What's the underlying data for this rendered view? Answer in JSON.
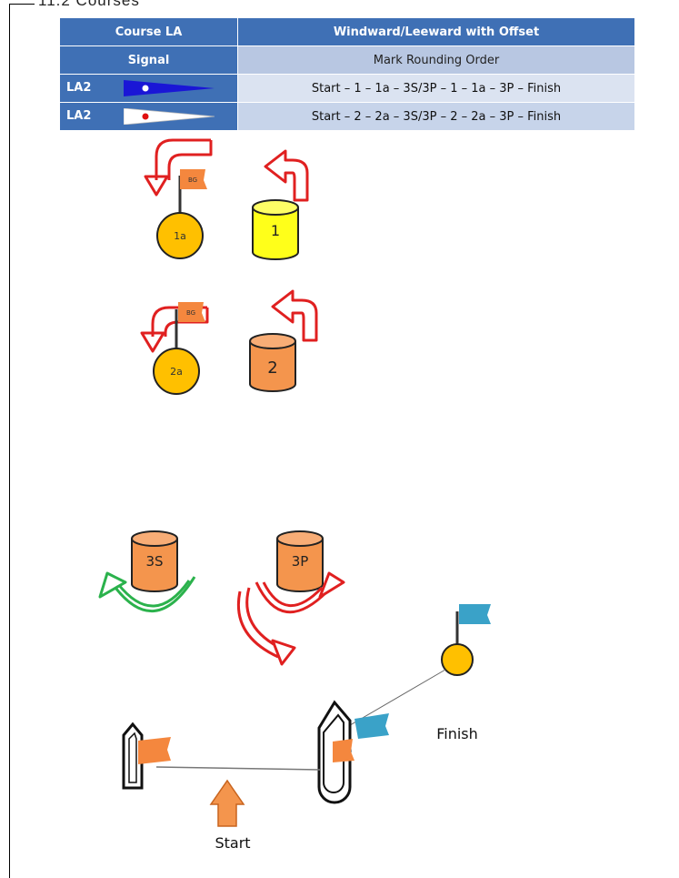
{
  "page": {
    "heading_clipped": "11.2 Courses"
  },
  "table": {
    "header": {
      "left": "Course LA",
      "right": "Windward/Leeward with Offset"
    },
    "subheader": {
      "left": "Signal",
      "right": "Mark Rounding Order"
    },
    "rows": [
      {
        "label": "LA2",
        "flag": "blue-pennant-white-dot",
        "order": "Start – 1 – 1a – 3S/3P – 1 – 1a – 3P – Finish"
      },
      {
        "label": "LA2",
        "flag": "white-pennant-red-dot",
        "order": "Start – 2 – 2a – 3S/3P – 2 – 2a – 3P – Finish"
      }
    ]
  },
  "marks": {
    "m1a": "1a",
    "m1": "1",
    "m2a": "2a",
    "m2": "2",
    "m3s": "3S",
    "m3p": "3P",
    "flag_1a": "BG",
    "flag_2a": "BG"
  },
  "labels": {
    "finish": "Finish",
    "start": "Start"
  },
  "colors": {
    "table_blue": "#3f70b5",
    "yellow_mark": "#ffff1a",
    "orange_mark": "#f4954d",
    "gold_buoy": "#ffc000",
    "red_arrow": "#e02020",
    "green_arrow": "#2bb24c",
    "blue_flag": "#3aa2c8"
  }
}
